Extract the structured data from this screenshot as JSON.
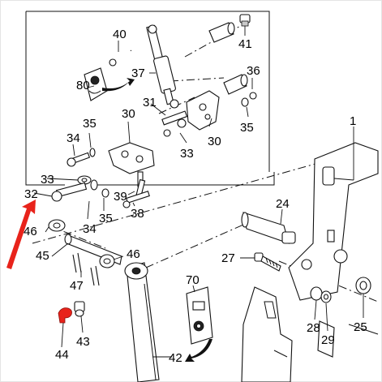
{
  "diagram": {
    "part_labels": {
      "p1": "1",
      "p24": "24",
      "p25": "25",
      "p27": "27",
      "p28": "28",
      "p29": "29",
      "p30a": "30",
      "p30b": "30",
      "p31": "31",
      "p32": "32",
      "p33a": "33",
      "p33b": "33",
      "p34a": "34",
      "p34b": "34",
      "p35a": "35",
      "p35b": "35",
      "p35c": "35",
      "p36": "36",
      "p37": "37",
      "p38": "38",
      "p39": "39",
      "p40": "40",
      "p41": "41",
      "p42": "42",
      "p43": "43",
      "p44": "44",
      "p45": "45",
      "p46a": "46",
      "p46b": "46",
      "p47": "47",
      "p70": "70",
      "p80": "80"
    },
    "highlight_color": "#e8231b",
    "highlighted_part": "44"
  }
}
